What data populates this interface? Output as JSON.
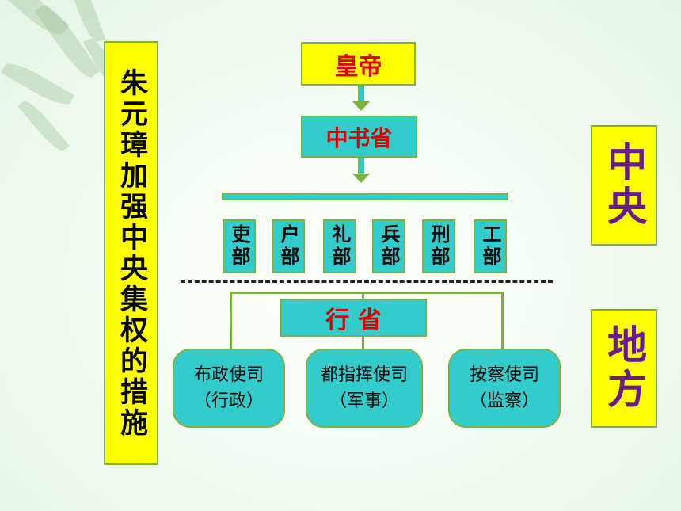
{
  "title": "朱元璋加强中央集权的措施",
  "emperor": "皇帝",
  "secretariat": "中书省",
  "departments": [
    {
      "label": "吏部"
    },
    {
      "label": "户部"
    },
    {
      "label": "礼部"
    },
    {
      "label": "兵部"
    },
    {
      "label": "刑部"
    },
    {
      "label": "工部"
    }
  ],
  "province": "行 省",
  "offices": [
    {
      "name": "布政使司",
      "role": "（行政）"
    },
    {
      "name": "都指挥使司",
      "role": "（军事）"
    },
    {
      "name": "按察使司",
      "role": "（监察）"
    }
  ],
  "central_label": "中央",
  "local_label": "地方",
  "colors": {
    "yellow": "#ffff00",
    "teal": "#33cccc",
    "red": "#e00000",
    "purple": "#6a1b8a",
    "green": "#7db23f"
  }
}
